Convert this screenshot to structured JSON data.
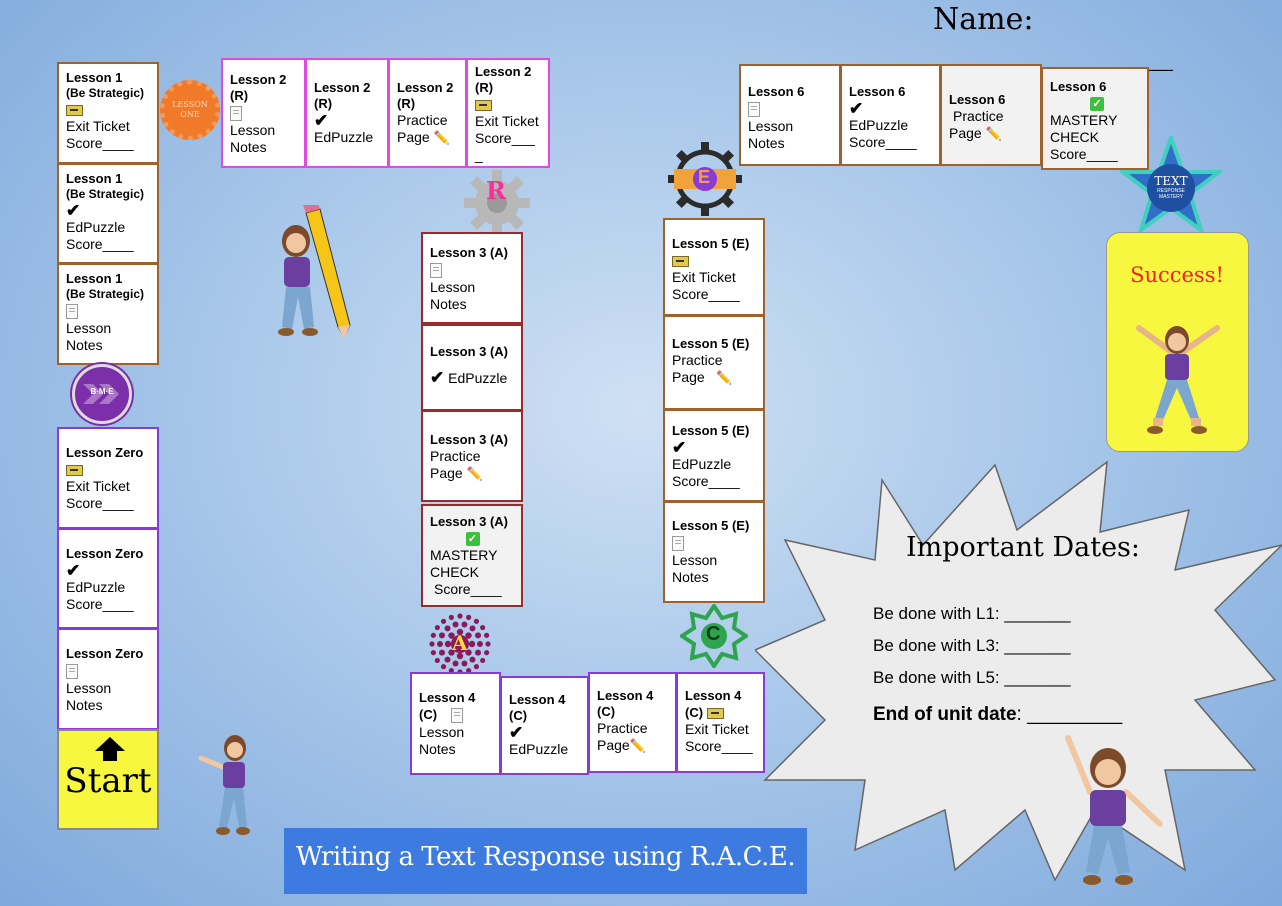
{
  "header": {
    "name_label": "Name: ________________"
  },
  "footer": {
    "title": "Writing a Text Response using R.A.C.E."
  },
  "start": {
    "label": "Start"
  },
  "success": {
    "label": "Success!"
  },
  "badges": {
    "lesson_one": "LESSON ONE",
    "bme": "B·M·E",
    "r": "R",
    "a": "A",
    "c": "C",
    "e": "E",
    "mastery_line1": "TEXT",
    "mastery_line2": "RESPONSE",
    "mastery_line3": "MASTERY"
  },
  "lessons": {
    "l1_exit": {
      "title": "Lesson 1",
      "sub": "(Be Strategic)",
      "line1": "Exit Ticket",
      "line2": "Score____"
    },
    "l1_ed": {
      "title": "Lesson 1",
      "sub": "(Be Strategic)",
      "line1": "EdPuzzle",
      "line2": "Score____"
    },
    "l1_notes": {
      "title": "Lesson 1",
      "sub": "(Be Strategic)",
      "line1": "Lesson",
      "line2": "Notes"
    },
    "lz_exit": {
      "title": "Lesson Zero",
      "line1": "Exit Ticket",
      "line2": "Score____"
    },
    "lz_ed": {
      "title": "Lesson Zero",
      "line1": "EdPuzzle",
      "line2": "Score____"
    },
    "lz_notes": {
      "title": "Lesson Zero",
      "line1": "Lesson",
      "line2": "Notes"
    },
    "l2_notes": {
      "title": "Lesson 2",
      "sub": "(R)",
      "line1": "Lesson",
      "line2": "Notes"
    },
    "l2_ed": {
      "title": "Lesson 2",
      "sub": "(R)",
      "line1": "EdPuzzle"
    },
    "l2_prac": {
      "title": "Lesson 2",
      "sub": "(R)",
      "line1": "Practice",
      "line2": "Page"
    },
    "l2_exit": {
      "title": "Lesson 2",
      "sub": "(R)",
      "line1": "Exit Ticket",
      "line2": "Score___",
      "line3": "_"
    },
    "l3_notes": {
      "title": "Lesson 3 (A)",
      "line1": "Lesson",
      "line2": "Notes"
    },
    "l3_ed": {
      "title": "Lesson 3 (A)",
      "line1": "EdPuzzle"
    },
    "l3_prac": {
      "title": "Lesson 3 (A)",
      "line1": "Practice",
      "line2": "Page"
    },
    "l3_mastery": {
      "title": "Lesson 3 (A)",
      "line1": "MASTERY",
      "line2": "CHECK",
      "line3": "Score____"
    },
    "l4_notes": {
      "title": "Lesson 4",
      "sub": "(C)",
      "line1": "Lesson",
      "line2": "Notes"
    },
    "l4_ed": {
      "title": "Lesson 4",
      "sub": "(C)",
      "line1": "EdPuzzle"
    },
    "l4_prac": {
      "title": "Lesson 4",
      "sub": "(C)",
      "line1": "Practice",
      "line2": "Page"
    },
    "l4_exit": {
      "title": "Lesson 4",
      "sub": "(C)",
      "line1": "Exit Ticket",
      "line2": "Score____"
    },
    "l5_exit": {
      "title": "Lesson 5 (E)",
      "line1": "Exit Ticket",
      "line2": "Score____"
    },
    "l5_prac": {
      "title": "Lesson 5 (E)",
      "line1": "Practice",
      "line2": "Page"
    },
    "l5_ed": {
      "title": "Lesson 5 (E)",
      "line1": "EdPuzzle",
      "line2": "Score____"
    },
    "l5_notes": {
      "title": "Lesson 5 (E)",
      "line1": "Lesson",
      "line2": "Notes"
    },
    "l6_notes": {
      "title": "Lesson 6",
      "line1": "Lesson",
      "line2": "Notes"
    },
    "l6_ed": {
      "title": "Lesson 6",
      "line1": "EdPuzzle",
      "line2": "Score____"
    },
    "l6_prac": {
      "title": "Lesson 6",
      "line1": "Practice",
      "line2": "Page"
    },
    "l6_mastery": {
      "title": "Lesson 6",
      "line1": "MASTERY",
      "line2": "CHECK",
      "line3": "Score____"
    }
  },
  "dates": {
    "heading": "Important Dates:",
    "l1": "Be done with L1: _______",
    "l3": "Be done with L3: _______",
    "l5": "Be done with L5: _______",
    "end_label": "End of unit date",
    "end_blank": ": _________"
  },
  "colors": {
    "accent_brown": "#a0622d",
    "accent_purple": "#8a3bd6",
    "accent_pink": "#e04ae0",
    "accent_red": "#9b2b2b",
    "start_yellow": "#f7f740",
    "footer_blue": "#3d7be0"
  }
}
